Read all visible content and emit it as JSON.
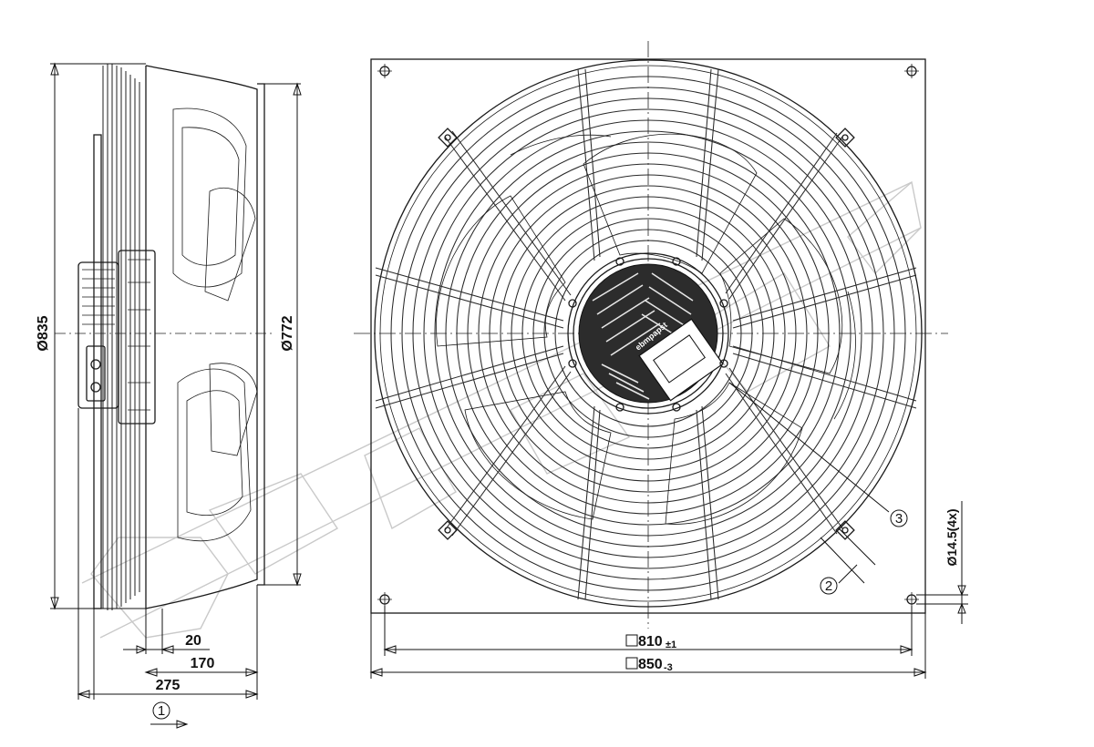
{
  "side_view": {
    "dimensions": {
      "outer_diameter": "Ø835",
      "guard_diameter": "Ø772",
      "offset_20": "20",
      "offset_170": "170",
      "depth_275": "275"
    },
    "callout_1": "1"
  },
  "front_view": {
    "dimensions": {
      "hole_spacing": "810",
      "hole_spacing_tol": "±1",
      "plate_size": "850",
      "plate_size_tol": "-3",
      "mount_hole": "Ø14.5(4x)"
    },
    "callout_2": "2",
    "callout_3": "3",
    "hub_label": "ebmpapst"
  },
  "colors": {
    "ink": "#1a1a1a",
    "watermark": "#c9c9c9"
  }
}
